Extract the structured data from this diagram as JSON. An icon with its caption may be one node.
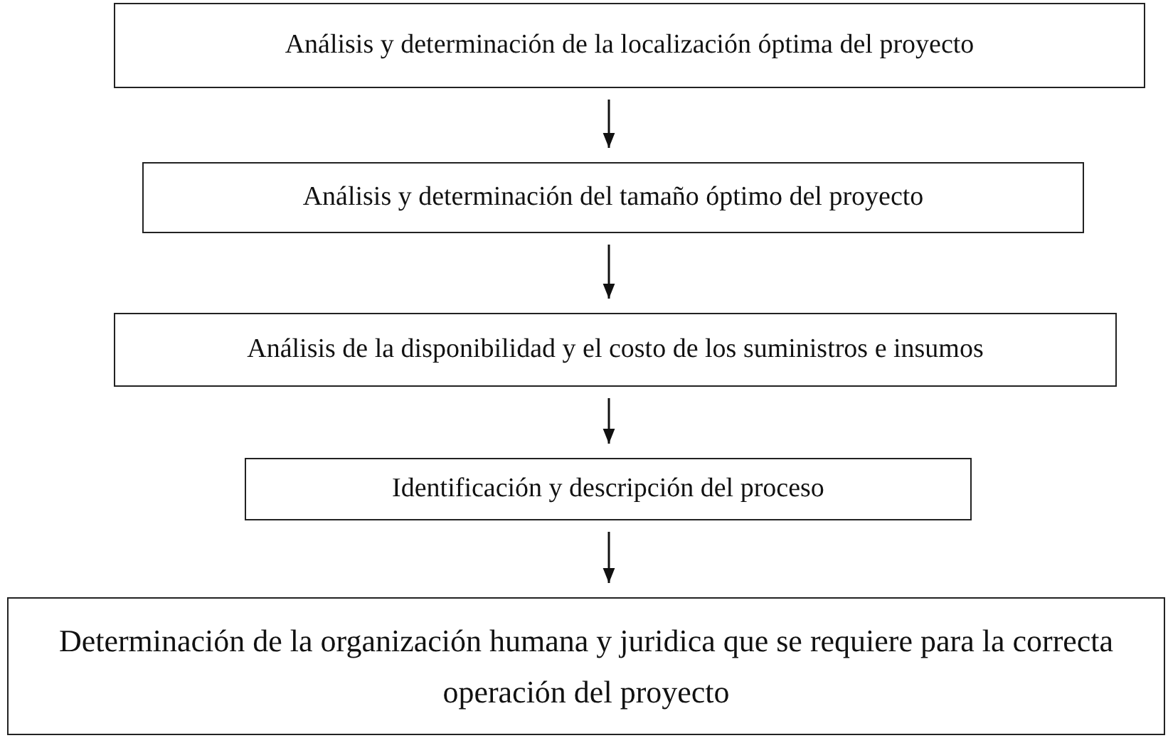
{
  "diagram": {
    "nodes": [
      {
        "text": [
          "Análisis y determinación de la localización óptima del proyecto"
        ]
      },
      {
        "text": [
          "Análisis y determinación del tamaño óptimo del proyecto"
        ]
      },
      {
        "text": [
          "Análisis de la disponibilidad y el costo de los suministros e insumos"
        ]
      },
      {
        "text": [
          "Identificación y descripción del proceso"
        ]
      },
      {
        "text": [
          "Determinación de la organización humana y juridica que se requiere para la correcta operación del proyecto"
        ]
      }
    ],
    "edges": [
      {
        "from": 0,
        "to": 1,
        "arrow": "to"
      },
      {
        "from": 1,
        "to": 2,
        "arrow": "to"
      },
      {
        "from": 2,
        "to": 3,
        "arrow": "to"
      },
      {
        "from": 3,
        "to": 4,
        "arrow": "to"
      }
    ]
  }
}
